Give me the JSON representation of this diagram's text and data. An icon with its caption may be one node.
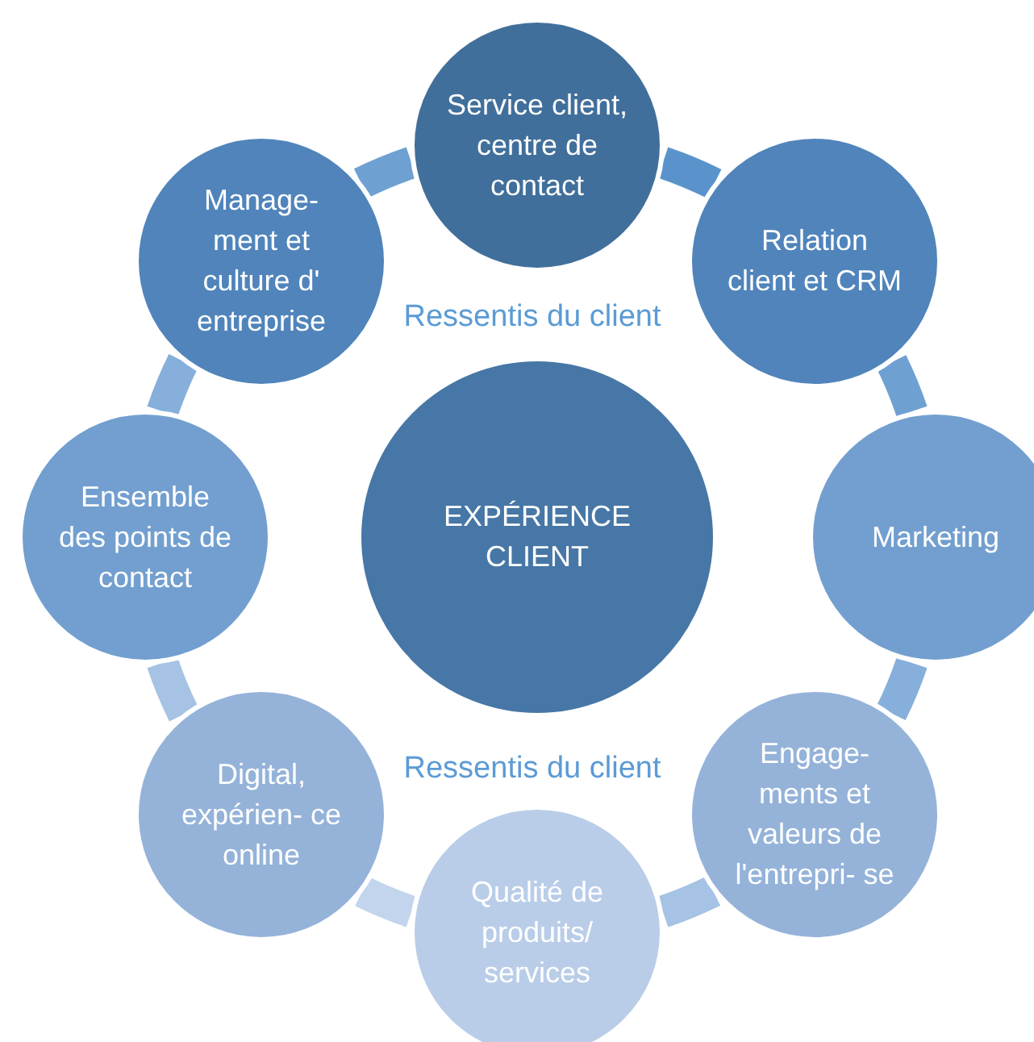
{
  "diagram": {
    "nodes": [
      {
        "text": [
          "EXPÉRIENCE CLIENT"
        ]
      },
      {
        "text": [
          "Service client, centre de contact"
        ]
      },
      {
        "text": [
          "Relation client et CRM"
        ]
      },
      {
        "text": [
          "Marketing"
        ]
      },
      {
        "text": [
          "Engage- ments et valeurs de l'entrepri- se"
        ]
      },
      {
        "text": [
          "Qualité de produits/ services"
        ]
      },
      {
        "text": [
          "Digital, expérien- ce online"
        ]
      },
      {
        "text": [
          "Ensemble des points de contact"
        ]
      },
      {
        "text": [
          "Manage- ment et culture d' entreprise"
        ]
      }
    ],
    "edges": [
      {
        "from": 1,
        "to": 2,
        "arrow": "none"
      },
      {
        "from": 2,
        "to": 3,
        "arrow": "none"
      },
      {
        "from": 3,
        "to": 4,
        "arrow": "none"
      },
      {
        "from": 4,
        "to": 5,
        "arrow": "none"
      },
      {
        "from": 5,
        "to": 6,
        "arrow": "none"
      },
      {
        "from": 6,
        "to": 7,
        "arrow": "none"
      },
      {
        "from": 7,
        "to": 8,
        "arrow": "none"
      },
      {
        "from": 8,
        "to": 1,
        "arrow": "none"
      }
    ],
    "labels": [
      "Ressentis du client",
      "Ressentis du client"
    ]
  }
}
